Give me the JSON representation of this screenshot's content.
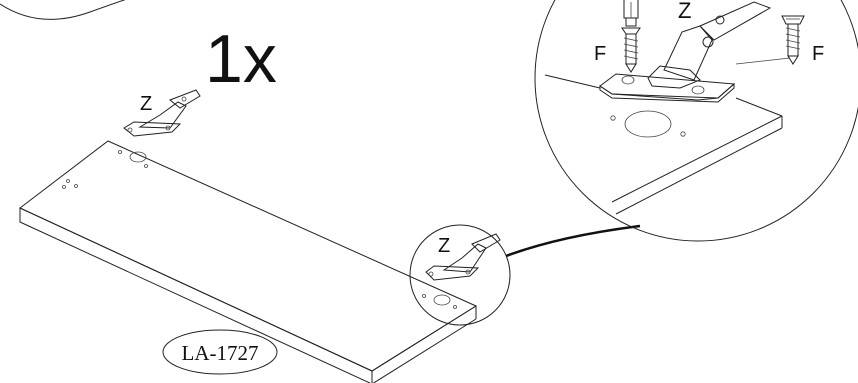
{
  "quantity": "1x",
  "part_code": "LA-1727",
  "labels": {
    "hinge_main": "Z",
    "hinge_small": "Z",
    "hinge_zoom": "Z",
    "screw_left": "F",
    "screw_right": "F"
  },
  "colors": {
    "line": "#222222",
    "screw_hole_accent": "#3b4fd8"
  }
}
